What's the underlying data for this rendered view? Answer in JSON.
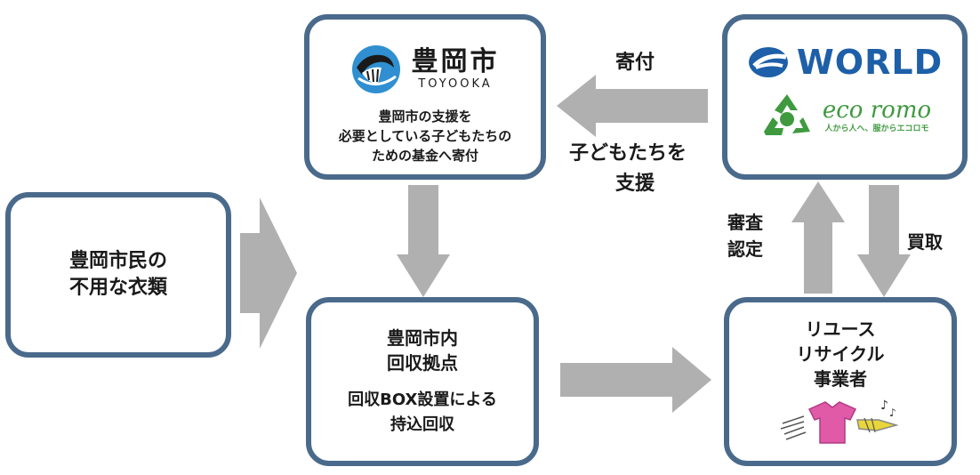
{
  "boxes": {
    "residents": {
      "line1": "豊岡市民の",
      "line2": "不用な衣類"
    },
    "toyooka": {
      "logo_name": "豊岡市",
      "logo_romaji": "TOYOOKA",
      "desc1": "豊岡市の支援を",
      "desc2": "必要としている子どもたちの",
      "desc3": "ための基金へ寄付"
    },
    "world": {
      "logo": "WORLD",
      "eco_logo": "eco",
      "eco_logo2": "romo",
      "eco_tagline": "人から人へ、服からエコロモ"
    },
    "collection": {
      "title1": "豊岡市内",
      "title2": "回収拠点",
      "desc1": "回収BOX設置による",
      "desc2": "持込回収"
    },
    "reuse": {
      "line1": "リユース",
      "line2": "リサイクル",
      "line3": "事業者"
    }
  },
  "labels": {
    "donation": "寄付",
    "support1": "子どもたちを",
    "support2": "支援",
    "review1": "審査",
    "review2": "認定",
    "purchase": "買取"
  },
  "colors": {
    "border": "#4a6a8c",
    "arrow": "#b0b0b0",
    "world_blue": "#1d5fa8",
    "eco_green": "#3f9a3f"
  }
}
